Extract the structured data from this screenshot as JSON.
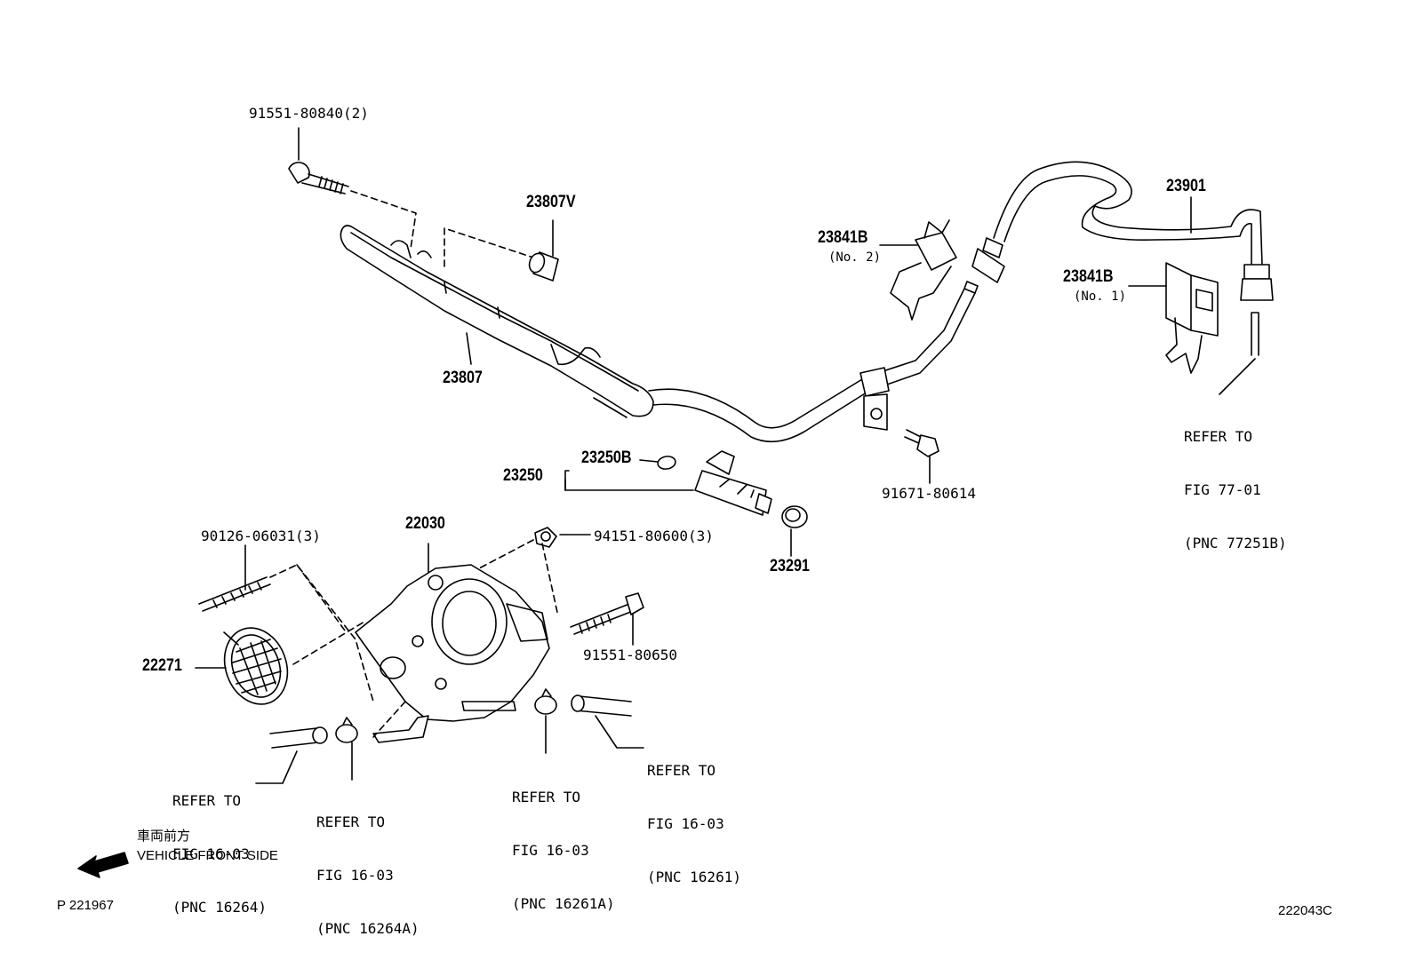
{
  "parts": {
    "p91551_80840": "91551-80840(2)",
    "p23807V": "23807V",
    "p23807": "23807",
    "p23841B_no2": "23841B",
    "p23841B_no2_sub": "(No. 2)",
    "p23901": "23901",
    "p23841B_no1": "23841B",
    "p23841B_no1_sub": "(No. 1)",
    "p23250B": "23250B",
    "p23250": "23250",
    "p91671_80614": "91671-80614",
    "p22030": "22030",
    "p90126_06031": "90126-06031(3)",
    "p94151_80600": "94151-80600(3)",
    "p23291": "23291",
    "p91551_80650": "91551-80650",
    "p22271": "22271"
  },
  "refs": {
    "fig77": [
      "REFER TO",
      "FIG 77-01",
      "(PNC 77251B)"
    ],
    "fig16_16264": [
      "REFER TO",
      "FIG 16-03",
      "(PNC 16264)"
    ],
    "fig16_16264A": [
      "REFER TO",
      "FIG 16-03",
      "(PNC 16264A)"
    ],
    "fig16_16261A": [
      "REFER TO",
      "FIG 16-03",
      "(PNC 16261A)"
    ],
    "fig16_16261": [
      "REFER TO",
      "FIG 16-03",
      "(PNC 16261)"
    ]
  },
  "direction": {
    "japanese": "車両前方",
    "english": "VEHICLE FRONT SIDE"
  },
  "footer": {
    "left_code": "P 221967",
    "right_code": "222043C"
  }
}
